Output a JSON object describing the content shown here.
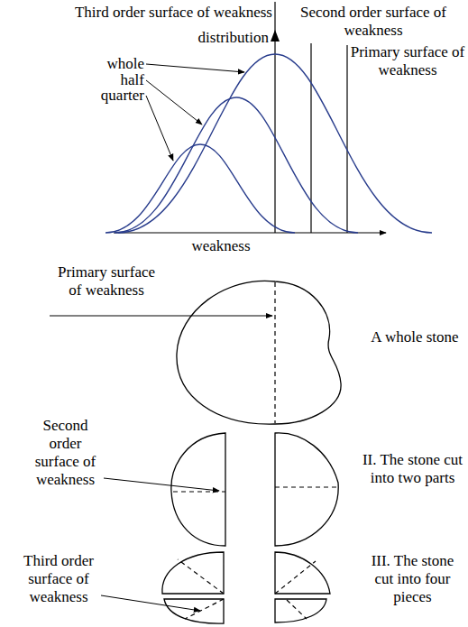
{
  "diagram": {
    "labels": [
      "Third order surface of weakness",
      "distribution",
      "Second order surface of weakness",
      "Primary surface of weakness",
      "whole",
      "half",
      "quarter",
      "weakness",
      "Primary surface of weakness",
      "A whole stone",
      "Second order surface of weakness",
      "II. The stone cut into two parts",
      "Third order surface of weakness",
      "III. The stone cut into four pieces"
    ]
  }
}
